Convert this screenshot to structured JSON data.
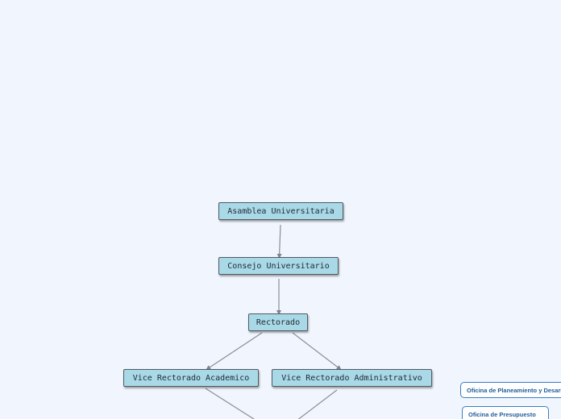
{
  "diagram": {
    "nodes": {
      "asamblea": "Asamblea Universitaria",
      "consejo": "Consejo Universitario",
      "rectorado": "Rectorado",
      "vr_academico": "Vice Rectorado Academico",
      "vr_administrativo": "Vice Rectorado Administrativo"
    },
    "side_nodes": {
      "planeamiento": "Oficina de Planeamiento y Desarrollo",
      "presupuesto": "Oficina de Presupuesto"
    },
    "colors": {
      "background": "#f1f5fd",
      "node_fill": "#a9d8e6",
      "node_border": "#4f5a63",
      "connector": "#8a8f96",
      "side_node_border": "#3a7fc1",
      "side_node_text": "#1f5c9a"
    }
  }
}
